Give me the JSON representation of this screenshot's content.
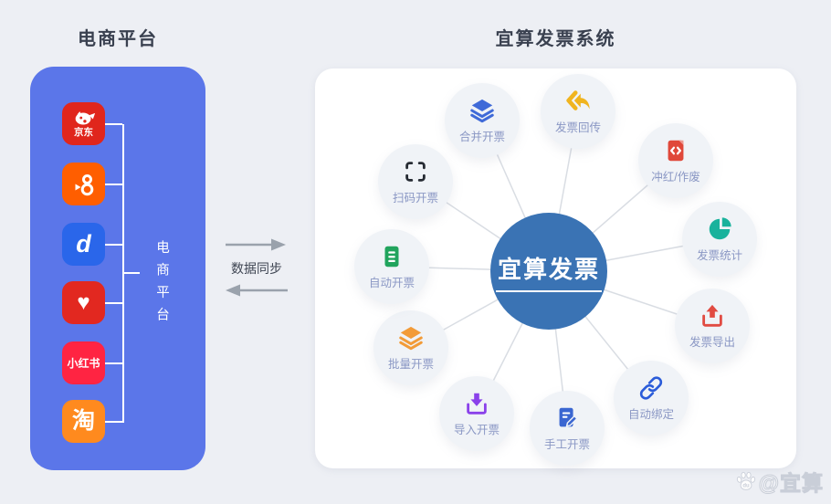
{
  "titles": {
    "left": "电商平台",
    "right": "宜算发票系统"
  },
  "left_panel": {
    "vertical_label": "电商平台",
    "panel_color": "#5b76e9",
    "platforms": [
      {
        "name": "jd",
        "text": "京东",
        "color": "#e0261c",
        "glyph": "jd-mascot"
      },
      {
        "name": "kuaishou",
        "text": "",
        "color": "#ff5e00",
        "glyph": "video-camera"
      },
      {
        "name": "doudian",
        "text": "d",
        "color": "#2a66ea",
        "glyph": "letter-d"
      },
      {
        "name": "pinduoduo",
        "text": "♥",
        "color": "#e22820",
        "glyph": "heart"
      },
      {
        "name": "xiaohongshu",
        "text": "小红书",
        "color": "#ff2442",
        "glyph": "wordmark"
      },
      {
        "name": "taobao",
        "text": "淘",
        "color": "#ff8a1e",
        "glyph": "tao-character"
      }
    ]
  },
  "sync_arrows": {
    "label": "数据同步",
    "arrow_color": "#9aa2ac"
  },
  "invoice_system": {
    "center_label": "宜算发票",
    "center_color": "#3a73b4",
    "node_label_color": "#8a97c4",
    "nodes": [
      {
        "label": "合并开票",
        "icon": "merge-layers-icon",
        "color": "#3f6ad8"
      },
      {
        "label": "发票回传",
        "icon": "return-arrows-icon",
        "color": "#f0b41f"
      },
      {
        "label": "冲红/作废",
        "icon": "void-document-icon",
        "color": "#e0483a"
      },
      {
        "label": "发票统计",
        "icon": "pie-chart-icon",
        "color": "#19b29c"
      },
      {
        "label": "发票导出",
        "icon": "export-icon",
        "color": "#e14b42"
      },
      {
        "label": "自动绑定",
        "icon": "link-icon",
        "color": "#2b5cd9"
      },
      {
        "label": "手工开票",
        "icon": "manual-edit-icon",
        "color": "#3a66d1"
      },
      {
        "label": "导入开票",
        "icon": "import-icon",
        "color": "#8a41ea"
      },
      {
        "label": "批量开票",
        "icon": "batch-layers-icon",
        "color": "#f29b38"
      },
      {
        "label": "自动开票",
        "icon": "auto-document-icon",
        "color": "#21a45d"
      },
      {
        "label": "扫码开票",
        "icon": "scan-frame-icon",
        "color": "#262b33"
      }
    ]
  },
  "watermark": {
    "text": "@宜算",
    "icon_text": "du"
  }
}
